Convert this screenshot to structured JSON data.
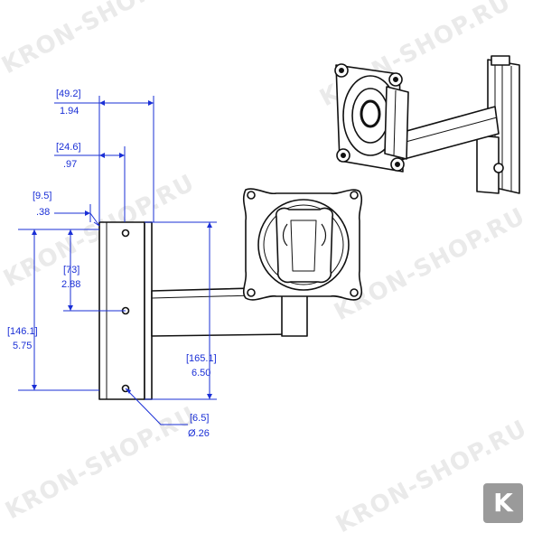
{
  "colors": {
    "dimension": "#1a2fd6",
    "line": "#111111",
    "watermark": "#d9d9d9",
    "logo_bg": "#9a9a9a"
  },
  "watermark": {
    "text": "KRON-SHOP.RU"
  },
  "logo": {
    "letter": "K"
  },
  "dimensions": {
    "d1": {
      "mm": "[49.2]",
      "in": "1.94"
    },
    "d2": {
      "mm": "[24.6]",
      "in": ".97"
    },
    "d3": {
      "mm": "[9.5]",
      "in": ".38"
    },
    "d4": {
      "mm": "[73]",
      "in": "2.88"
    },
    "d5": {
      "mm": "[146.1]",
      "in": "5.75"
    },
    "d6": {
      "mm": "[165.1]",
      "in": "6.50"
    },
    "d7": {
      "mm": "[6.5]",
      "in": "Ø.26"
    }
  }
}
